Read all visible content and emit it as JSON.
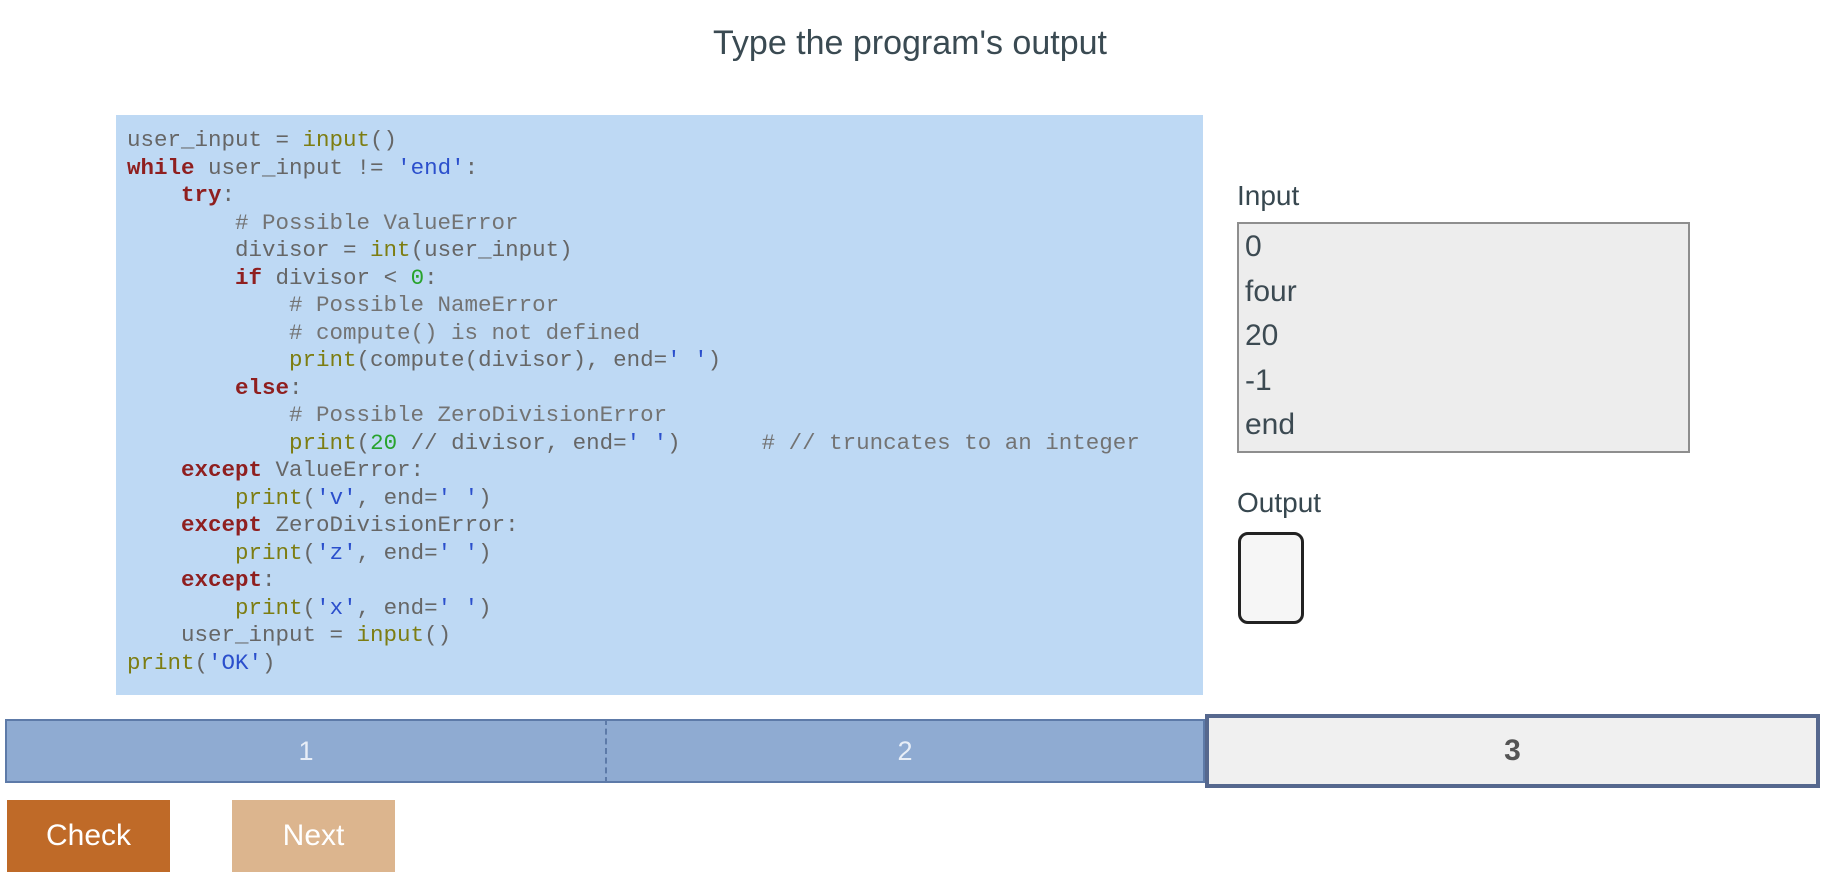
{
  "title": "Type the program's output",
  "code": {
    "lines": [
      [
        {
          "t": "p",
          "s": "user_input = "
        },
        {
          "t": "b",
          "s": "input"
        },
        {
          "t": "p",
          "s": "()"
        }
      ],
      [
        {
          "t": "k",
          "s": "while"
        },
        {
          "t": "p",
          "s": " user_input != "
        },
        {
          "t": "s",
          "s": "'end'"
        },
        {
          "t": "p",
          "s": ":"
        }
      ],
      [
        {
          "t": "p",
          "s": "    "
        },
        {
          "t": "k",
          "s": "try"
        },
        {
          "t": "p",
          "s": ":"
        }
      ],
      [
        {
          "t": "c",
          "s": "        # Possible ValueError"
        }
      ],
      [
        {
          "t": "p",
          "s": "        divisor = "
        },
        {
          "t": "b",
          "s": "int"
        },
        {
          "t": "p",
          "s": "(user_input)"
        }
      ],
      [
        {
          "t": "p",
          "s": "        "
        },
        {
          "t": "k",
          "s": "if"
        },
        {
          "t": "p",
          "s": " divisor < "
        },
        {
          "t": "n",
          "s": "0"
        },
        {
          "t": "p",
          "s": ":"
        }
      ],
      [
        {
          "t": "c",
          "s": "            # Possible NameError"
        }
      ],
      [
        {
          "t": "c",
          "s": "            # compute() is not defined"
        }
      ],
      [
        {
          "t": "p",
          "s": "            "
        },
        {
          "t": "b",
          "s": "print"
        },
        {
          "t": "p",
          "s": "(compute(divisor), end="
        },
        {
          "t": "s",
          "s": "' '"
        },
        {
          "t": "p",
          "s": ")"
        }
      ],
      [
        {
          "t": "p",
          "s": "        "
        },
        {
          "t": "k",
          "s": "else"
        },
        {
          "t": "p",
          "s": ":"
        }
      ],
      [
        {
          "t": "c",
          "s": "            # Possible ZeroDivisionError"
        }
      ],
      [
        {
          "t": "p",
          "s": "            "
        },
        {
          "t": "b",
          "s": "print"
        },
        {
          "t": "p",
          "s": "("
        },
        {
          "t": "n",
          "s": "20"
        },
        {
          "t": "p",
          "s": " // divisor, end="
        },
        {
          "t": "s",
          "s": "' '"
        },
        {
          "t": "p",
          "s": ")      "
        },
        {
          "t": "c",
          "s": "# // truncates to an integer"
        }
      ],
      [
        {
          "t": "p",
          "s": "    "
        },
        {
          "t": "k",
          "s": "except"
        },
        {
          "t": "p",
          "s": " ValueError:"
        }
      ],
      [
        {
          "t": "p",
          "s": "        "
        },
        {
          "t": "b",
          "s": "print"
        },
        {
          "t": "p",
          "s": "("
        },
        {
          "t": "s",
          "s": "'v'"
        },
        {
          "t": "p",
          "s": ", end="
        },
        {
          "t": "s",
          "s": "' '"
        },
        {
          "t": "p",
          "s": ")"
        }
      ],
      [
        {
          "t": "p",
          "s": "    "
        },
        {
          "t": "k",
          "s": "except"
        },
        {
          "t": "p",
          "s": " ZeroDivisionError:"
        }
      ],
      [
        {
          "t": "p",
          "s": "        "
        },
        {
          "t": "b",
          "s": "print"
        },
        {
          "t": "p",
          "s": "("
        },
        {
          "t": "s",
          "s": "'z'"
        },
        {
          "t": "p",
          "s": ", end="
        },
        {
          "t": "s",
          "s": "' '"
        },
        {
          "t": "p",
          "s": ")"
        }
      ],
      [
        {
          "t": "p",
          "s": "    "
        },
        {
          "t": "k",
          "s": "except"
        },
        {
          "t": "p",
          "s": ":"
        }
      ],
      [
        {
          "t": "p",
          "s": "        "
        },
        {
          "t": "b",
          "s": "print"
        },
        {
          "t": "p",
          "s": "("
        },
        {
          "t": "s",
          "s": "'x'"
        },
        {
          "t": "p",
          "s": ", end="
        },
        {
          "t": "s",
          "s": "' '"
        },
        {
          "t": "p",
          "s": ")"
        }
      ],
      [
        {
          "t": "p",
          "s": "    user_input = "
        },
        {
          "t": "b",
          "s": "input"
        },
        {
          "t": "p",
          "s": "()"
        }
      ],
      [
        {
          "t": "b",
          "s": "print"
        },
        {
          "t": "p",
          "s": "("
        },
        {
          "t": "s",
          "s": "'OK'"
        },
        {
          "t": "p",
          "s": ")"
        }
      ]
    ]
  },
  "io": {
    "input_label": "Input",
    "input_lines": [
      "0",
      "four",
      "20",
      "-1",
      "end"
    ],
    "output_label": "Output",
    "output_value": ""
  },
  "progress": {
    "steps": [
      {
        "label": "1",
        "active": false
      },
      {
        "label": "2",
        "active": false
      },
      {
        "label": "3",
        "active": true
      }
    ]
  },
  "buttons": {
    "check": "Check",
    "next": "Next"
  },
  "colors": {
    "code_background": "#bed9f4",
    "keyword": "#8f1f1f",
    "builtin": "#7d7d12",
    "string": "#2b4fcc",
    "number": "#28a32d",
    "comment": "#737373",
    "bar_fill": "#8fabd2",
    "bar_border": "#5d7aa8",
    "active_step_border": "#56688e",
    "active_step_background": "#f0f0f0",
    "check_button": "#bf6a28",
    "next_button": "#dcb58e"
  }
}
